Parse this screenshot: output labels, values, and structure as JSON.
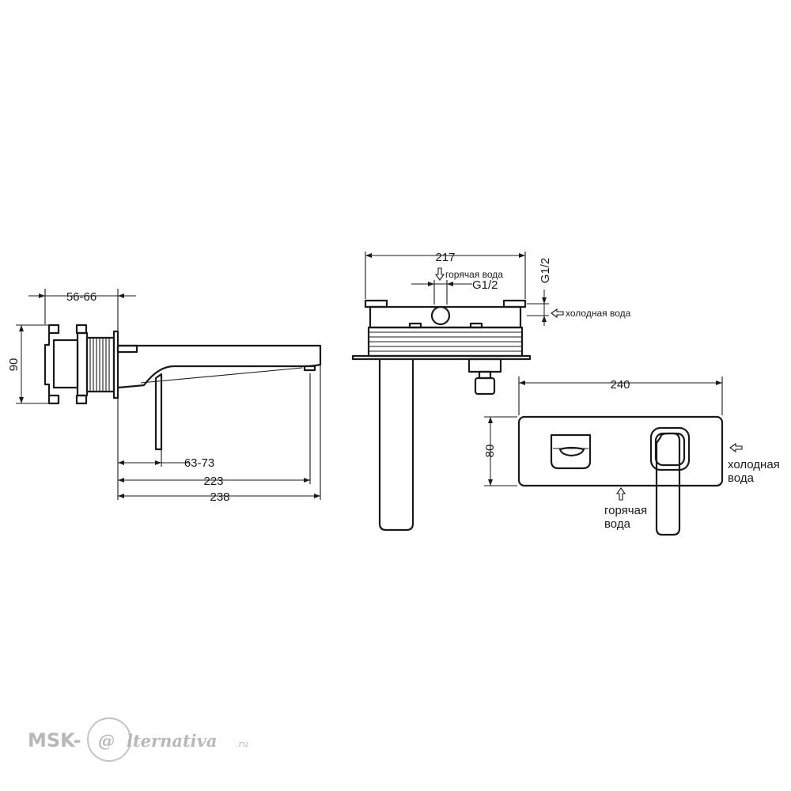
{
  "dimensions": {
    "depth_range": "56-66",
    "height_side": "90",
    "lever_range": "63-73",
    "spout_223": "223",
    "total_238": "238",
    "box_width": "217",
    "thread_g12_top": "G1/2",
    "thread_g12_side": "G1/2",
    "plate_width": "240",
    "plate_height": "80"
  },
  "labels": {
    "hot_water_top": "горячая вода",
    "cold_water_side": "холодная вода",
    "cold_water_front_1": "холодная",
    "cold_water_front_2": "вода",
    "hot_water_front_1": "горячая",
    "hot_water_front_2": "вода"
  },
  "icons": {
    "hot_arrow_top": "arrow-down-outline-icon",
    "cold_arrow_side": "arrow-left-outline-icon",
    "cold_arrow_front": "arrow-left-outline-icon",
    "hot_arrow_front": "arrow-up-outline-icon"
  },
  "watermark": {
    "brand_prefix": "MSK-",
    "brand_at": "@",
    "brand_suffix": "lternativa",
    "brand_domain": ".ru"
  }
}
